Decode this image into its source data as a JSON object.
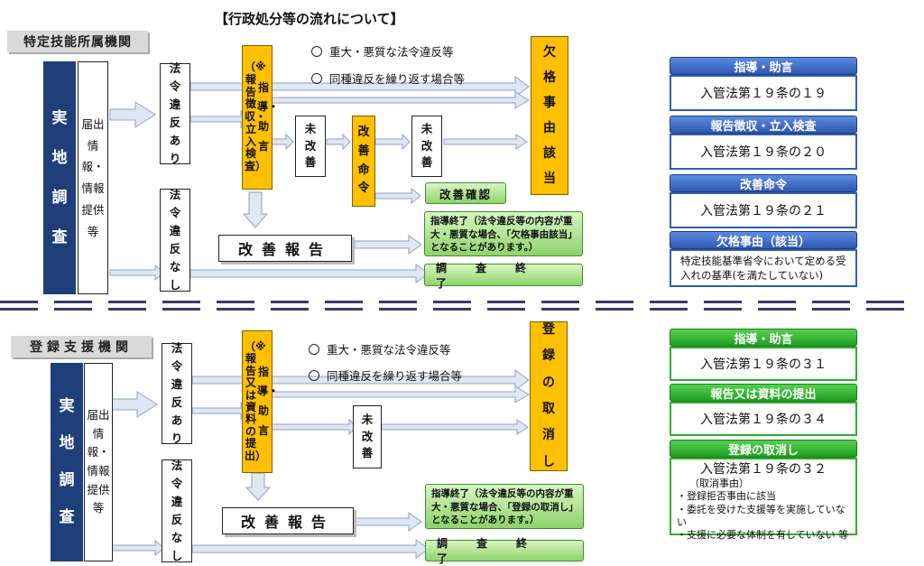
{
  "title": "【行政処分等の流れについて】",
  "top": {
    "org_label": "特定技能所属機関",
    "investigation": "実地調査",
    "report_source": "届出情報・情報提供等",
    "violation_yes": "法令違反あり",
    "violation_no": "法令違反なし",
    "guidance": "指導・助言",
    "guidance_note": "（※報告徴収・立入検査）",
    "note1": "重大・悪質な法令違反等",
    "note2": "同種違反を繰り返す場合等",
    "disqualify": "欠格事由該当",
    "not_improved_1": "未改善",
    "improvement_order": "改善命令",
    "not_improved_2": "未改善",
    "improvement_check": "改善確認",
    "improvement_report": "改善報告",
    "guidance_end": "指導終了（法令違反等の内容が重大・悪質な場合、「欠格事由該当」となることがあります。）",
    "investigation_end": "調査終了"
  },
  "bottom": {
    "org_label": "登録支援機関",
    "investigation": "実地調査",
    "report_source": "届出情報・情報提供等",
    "violation_yes": "法令違反あり",
    "violation_no": "法令違反なし",
    "guidance": "指導・助言",
    "guidance_note": "（※報告又は資料の提出）",
    "note1": "重大・悪質な法令違反等",
    "note2": "同種違反を繰り返す場合等",
    "revoke": "登録の取消し",
    "not_improved": "未改善",
    "improvement_report": "改善報告",
    "guidance_end": "指導終了（法令違反等の内容が重大・悪質な場合、「登録の取消し」となることがあります。）",
    "investigation_end": "調査終了"
  },
  "side_top": [
    {
      "head": "指導・助言",
      "body": "入管法第１９条の１９"
    },
    {
      "head": "報告徴収・立入検査",
      "body": "入管法第１９条の２０"
    },
    {
      "head": "改善命令",
      "body": "入管法第１９条の２１"
    },
    {
      "head": "欠格事由（該当）",
      "body": "特定技能基準省令において定める受入れの基準(を満たしていない)"
    }
  ],
  "side_bottom": [
    {
      "head": "指導・助言",
      "body": "入管法第１９条の３１"
    },
    {
      "head": "報告又は資料の提出",
      "body": "入管法第１９条の３４"
    },
    {
      "head": "登録の取消し",
      "body": "入管法第１９条の３２",
      "reason_title": "（取消事由）",
      "reasons": [
        "・登録拒否事由に該当",
        "・委託を受けた支援等を実施していない",
        "・支援に必要な体制を有していない 等"
      ]
    }
  ],
  "colors": {
    "navy": "#1f3f7a",
    "orange": "#ffc000",
    "green": "#8ed36a",
    "blue_head": "#2e59b0",
    "green_head": "#1f9e20"
  }
}
